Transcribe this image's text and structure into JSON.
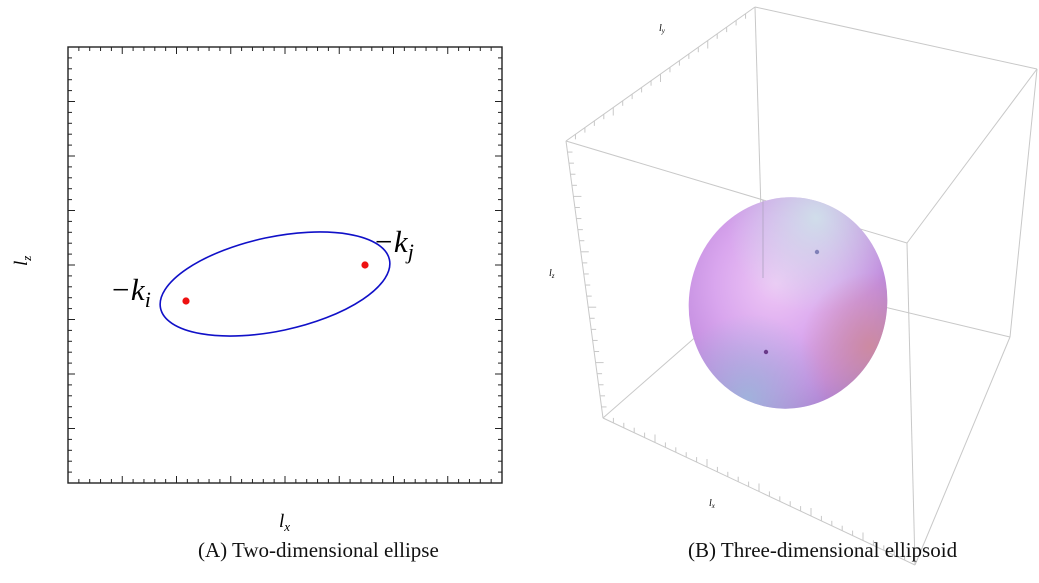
{
  "panel_a": {
    "x_axis_label": "l",
    "x_axis_sub": "x",
    "y_axis_label": "l",
    "y_axis_sub": "z",
    "point_i_label": "−k",
    "point_i_sub": "i",
    "point_j_label": "−k",
    "point_j_sub": "j",
    "ellipse_color": "#1010c8",
    "point_color": "#ee1111",
    "caption_tag": "(A)",
    "caption_text": "Two-dimensional ellipse"
  },
  "panel_b": {
    "x_axis_label": "l",
    "x_axis_sub": "x",
    "y_axis_label": "l",
    "y_axis_sub": "y",
    "z_axis_label": "l",
    "z_axis_sub": "z",
    "caption_tag": "(B)",
    "caption_text": "Three-dimensional ellipsoid"
  }
}
